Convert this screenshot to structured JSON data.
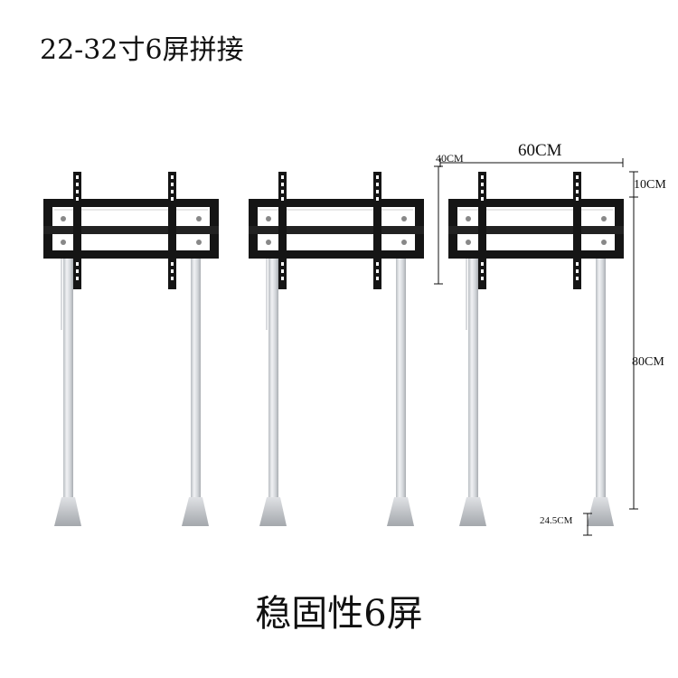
{
  "header": {
    "title": "22-32寸6屏拼接"
  },
  "footer": {
    "caption": "稳固性6屏"
  },
  "dimensions": {
    "width": "60CM",
    "bracket_height": "40CM",
    "top_offset": "10CM",
    "pole_height": "80CM",
    "base": "24.5CM"
  },
  "product": {
    "stand_count": 3
  },
  "colors": {
    "bracket": "#151515",
    "pole": "#c9ccd0",
    "pole_highlight": "#eef0f2",
    "dim_line": "#111111"
  }
}
